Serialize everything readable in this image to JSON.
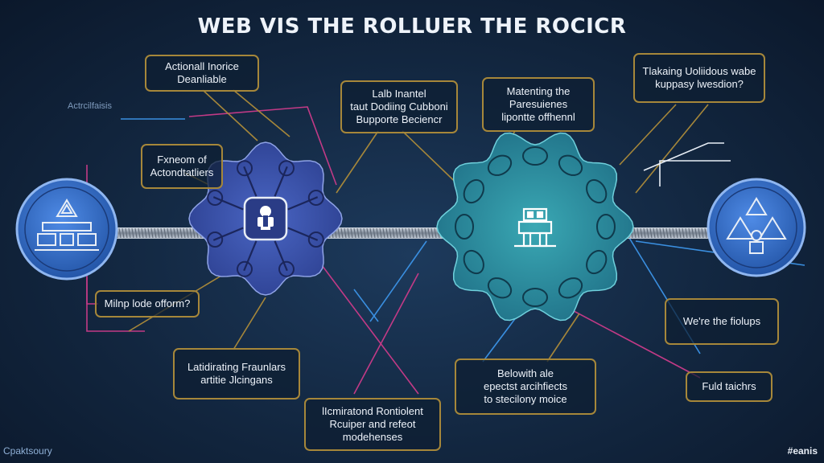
{
  "title": "WEB VIS THE ROLLUER THE ROCICR",
  "faint_label": "Actrcilfaisis",
  "boxes": {
    "top_left": [
      "Actionall Inorice",
      "Deanliable"
    ],
    "left_mid": [
      "Fxneom of",
      "Actondtatliers"
    ],
    "center_left_top": [
      "Lalb Inantel",
      "taut Dodiing Cubboni",
      "Bupporte Beciencr"
    ],
    "center_right_top": [
      "Matenting the",
      "Paresuienes",
      "lipontte offhennl"
    ],
    "top_right": [
      "Tlakaing Uoliidous wabe",
      "kuppasy lwesdion?"
    ],
    "left_low": [
      "Milnp lode ofform?"
    ],
    "bottom_left": [
      "Latidirating Fraunlars",
      "artitie Jlcingans"
    ],
    "bottom_center": [
      "lIcmiratond Rontiolent",
      "Rcuiper and refeot",
      "modehenses"
    ],
    "bottom_mid_right": [
      "Belowith ale",
      "epectst arcihfiects",
      "to stecilony moice"
    ],
    "right_mid": [
      "We're the fiolups"
    ],
    "right_low": [
      "Fuld taichrs"
    ]
  },
  "footer": {
    "left": "Cpaktsoury",
    "right": "#eanis"
  },
  "colors": {
    "blue_gear": "#3d56b0",
    "teal_gear": "#2a8fa0",
    "node_blue": "#2f6fd0",
    "border_gold": "#a6873a",
    "line_pink": "#c23a86",
    "line_blue": "#3a8fe0"
  }
}
